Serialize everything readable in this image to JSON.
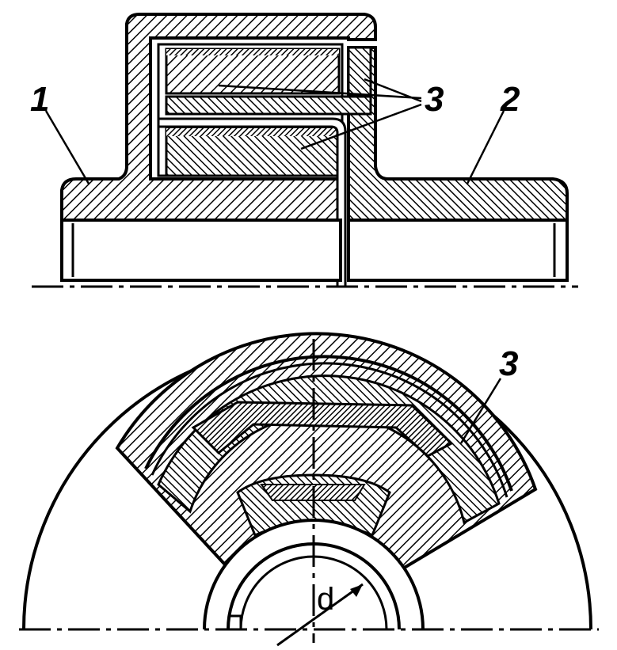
{
  "labels": {
    "part_1": "1",
    "part_2": "2",
    "part_3_top": "3",
    "part_3_bottom": "3",
    "diameter": "d"
  },
  "colors": {
    "ink": "#000000",
    "paper": "#ffffff"
  }
}
